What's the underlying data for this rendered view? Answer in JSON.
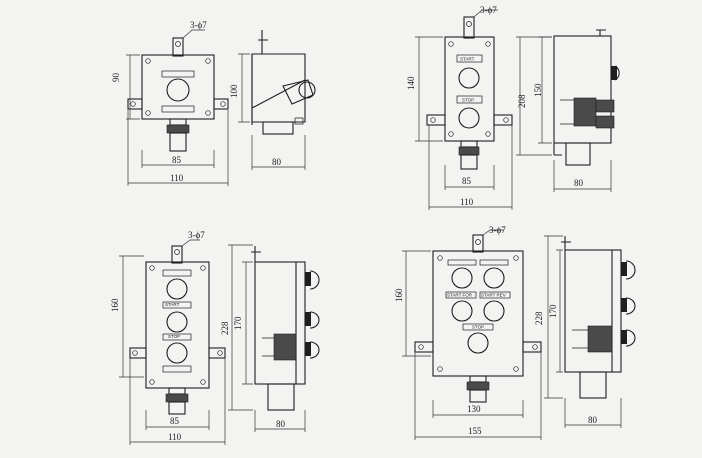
{
  "views": [
    {
      "id": "single",
      "hole_callout": "3-ϕ7",
      "front": {
        "height_dim": "90",
        "inner_width_dim": "85",
        "outer_width_dim": "110"
      },
      "side": {
        "height_dim": "100",
        "depth_dim": "80"
      }
    },
    {
      "id": "start-stop",
      "hole_callout": "3-ϕ7",
      "front": {
        "height_dim": "140",
        "inner_width_dim": "85",
        "outer_width_dim": "110",
        "labels": [
          "START",
          "STOP"
        ]
      },
      "side": {
        "total_height_dim": "208",
        "body_height_dim": "150",
        "depth_dim": "80"
      }
    },
    {
      "id": "three-button",
      "hole_callout": "3-ϕ7",
      "front": {
        "height_dim": "160",
        "inner_width_dim": "85",
        "outer_width_dim": "110",
        "labels": [
          "START",
          "STOP"
        ]
      },
      "side": {
        "total_height_dim": "228",
        "body_height_dim": "170",
        "depth_dim": "80"
      }
    },
    {
      "id": "four-button",
      "hole_callout": "3-ϕ7",
      "front": {
        "height_dim": "160",
        "inner_width_dim": "130",
        "outer_width_dim": "155",
        "labels": [
          "START FOR",
          "START REV",
          "STOP"
        ]
      },
      "side": {
        "total_height_dim": "228",
        "body_height_dim": "170",
        "depth_dim": "80"
      }
    }
  ]
}
